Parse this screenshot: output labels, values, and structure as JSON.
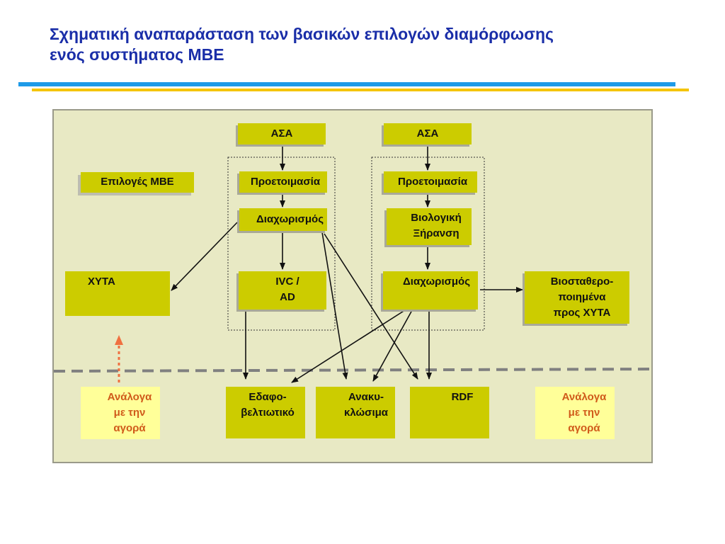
{
  "title": {
    "line1": "Σχηματική αναπαράσταση των βασικών επιλογών διαμόρφωσης",
    "line2": "ενός συστήματος ΜΒΕ"
  },
  "diagram": {
    "options_label": "Επιλογές ΜΒΕ",
    "asa_left": "ΑΣΑ",
    "asa_right": "ΑΣΑ",
    "pre_left": "Προετοιμασία",
    "pre_right": "Προετοιμασία",
    "sep_left": "Διαχωρισμός",
    "bio_dry": {
      "line1": "Βιολογική",
      "line2": "Ξήρανση"
    },
    "sep_right": "Διαχωρισμός",
    "xyta": "ΧΥΤΑ",
    "ivc_ad": {
      "line1": "IVC /",
      "line2": "AD"
    },
    "biostab": {
      "line1": "Βιοσταθερο-",
      "line2": "ποιημένα",
      "line3": "προς ΧΥΤΑ"
    },
    "soil": {
      "line1": "Εδαφο-",
      "line2": "βελτιωτικό"
    },
    "recyclables": {
      "line1": "Ανακυ-",
      "line2": "κλώσιμα"
    },
    "rdf": "RDF",
    "market_left": {
      "line1": "Ανάλογα",
      "line2": "με την",
      "line3": "αγορά"
    },
    "market_right": {
      "line1": "Ανάλογα",
      "line2": "με την",
      "line3": "αγορά"
    }
  },
  "colors": {
    "title": "#1a2ea8",
    "box_fill": "#cccc00",
    "market_fill": "#ffff99",
    "market_text": "#d05a1a",
    "panel": "#e8e9c4",
    "dashed_arrow": "#f07040"
  }
}
